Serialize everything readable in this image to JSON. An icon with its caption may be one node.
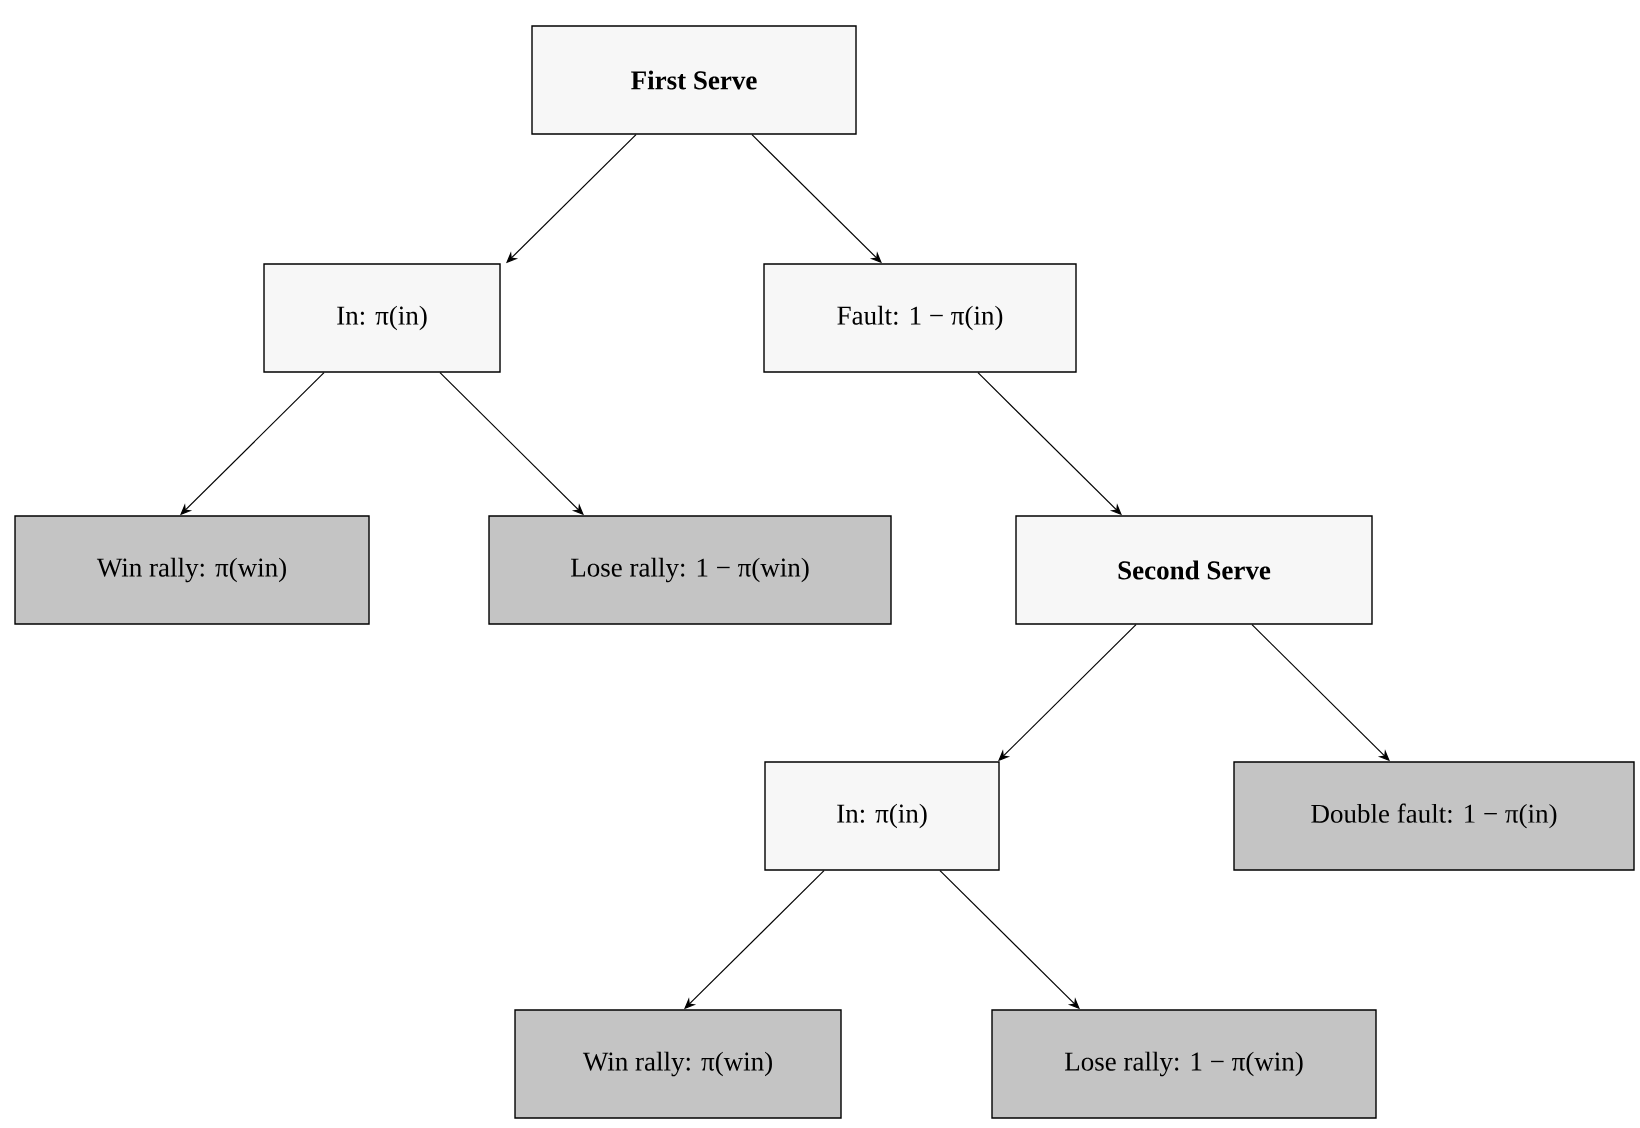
{
  "diagram": {
    "nodes": [
      {
        "text": [
          "First Serve"
        ]
      },
      {
        "text": [
          "In: π(in)"
        ]
      },
      {
        "text": [
          "Fault: 1 − π(in)"
        ]
      },
      {
        "text": [
          "Win rally: π(win)"
        ]
      },
      {
        "text": [
          "Lose rally: 1 − π(win)"
        ]
      },
      {
        "text": [
          "Second Serve"
        ]
      },
      {
        "text": [
          "In: π(in)"
        ]
      },
      {
        "text": [
          "Double fault: 1 − π(in)"
        ]
      },
      {
        "text": [
          "Win rally: π(win)"
        ]
      },
      {
        "text": [
          "Lose rally: 1 − π(win)"
        ]
      }
    ],
    "edges": [
      {
        "from": 0,
        "to": 1,
        "arrow": "to"
      },
      {
        "from": 0,
        "to": 2,
        "arrow": "to"
      },
      {
        "from": 1,
        "to": 3,
        "arrow": "to"
      },
      {
        "from": 1,
        "to": 4,
        "arrow": "to"
      },
      {
        "from": 2,
        "to": 5,
        "arrow": "to"
      },
      {
        "from": 5,
        "to": 6,
        "arrow": "to"
      },
      {
        "from": 5,
        "to": 7,
        "arrow": "to"
      },
      {
        "from": 6,
        "to": 8,
        "arrow": "to"
      },
      {
        "from": 6,
        "to": 9,
        "arrow": "to"
      }
    ]
  }
}
